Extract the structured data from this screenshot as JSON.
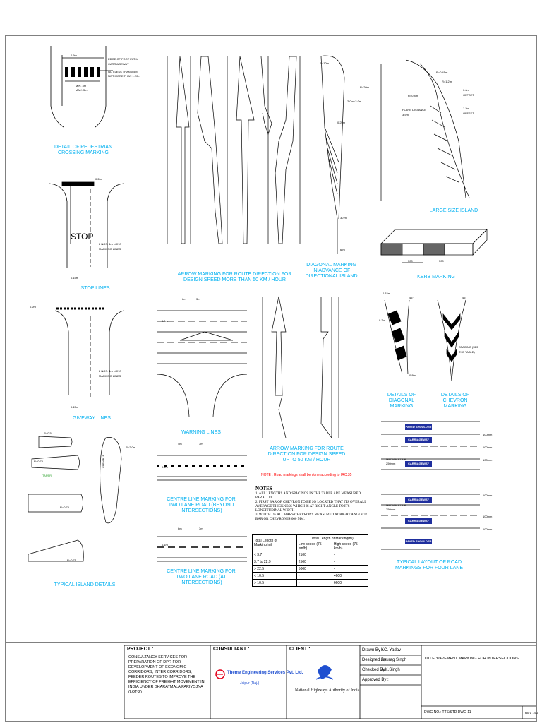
{
  "captions": {
    "ped": "DETAIL OF PEDESTRIAN CROSSING MARKING",
    "stop": "STOP LINES",
    "giveway": "GIVEWAY LINES",
    "arrow_slow": "ARROW MARKING FOR ROUTE DIRECTION FOR DESIGN SPEED MORE THAN 50 KM / HOUR",
    "diagonal_adv": "DIAGONAL MARKING IN ADVANCE OF DIRECTIONAL ISLAND",
    "large_island": "LARGE SIZE ISLAND",
    "kerb": "KERB MARKING",
    "warning": "WARNING LINES",
    "arrow_fast": "ARROW MARKING FOR ROUTE DIRECTION FOR DESIGN SPEED UPTO 50 KM / HOUR",
    "diag_detail": "DETAILS OF DIAGONAL MARKING",
    "chevron_detail": "DETAILS OF CHEVRON MARKING",
    "centre_beyond": "CENTRE LINE MARKING FOR TWO LANE ROAD (BEYOND INTERSECTIONS)",
    "centre_at": "CENTRE LINE MARKING FOR TWO LANE ROAD (AT INTERSECTIONS)",
    "island_details": "TYPICAL ISLAND DETAILS",
    "four_lane": "TYPICAL LAYOUT OF ROAD MARKINGS FOR FOUR LANE"
  },
  "labels": {
    "stop_word": "STOP",
    "ped_edge": "EDGE OF FOOT PATH/ CARRIAGEWAY",
    "ped_notless": "NOT LESS THAN 0.5M",
    "ped_notmore": "NOT MORE THAN 1.20m",
    "ped_min": "MIN. 3m",
    "ped_max": "MAX. 3m",
    "ped_05": "0.5m",
    "stop_02": "0.2m",
    "stop_015": "0.15m",
    "lane_marking": "2 NOS. 4m LONG MARKING LINES",
    "variable": "VARIABLE",
    "r10": "R=10m",
    "r20": "R=20m",
    "w2030": "2.0m~3.0m",
    "w025": "0.25m",
    "d30": "30 m",
    "d6": "6 m",
    "offset": "0.6m OFFSET",
    "offset2": "1.2m OFFSET",
    "flare": "FLARE DISTANCE 3.5m",
    "r045": "R=0.45m",
    "r12": "R=1.2m",
    "r08": "R=0.8m",
    "d500": "500",
    "deg45": "45°",
    "spacing": "SPACING (SEE THE TABLE)",
    "d015": "0.15m",
    "d03": "0.3m",
    "d08": "0.8m",
    "d01": "0.1m",
    "d3m": "3m",
    "d6m": "6m",
    "d4m": "4m",
    "d02": "0.2m",
    "d04": "0.4m",
    "d03m": "0.3 m",
    "d05m": "0.5 m",
    "r05": "R=0.5",
    "r075": "R=0.75",
    "r15": "R=1.5",
    "taper": "TAPER",
    "r20i": "R=2.0m",
    "paved_shoulder": "PAVED SHOULDER",
    "carriageway": "CARRIAGEWAY",
    "median_strip": "MEDIAN STRIP",
    "d250": "250mm",
    "d100": "100mm"
  },
  "note": "NOTE : Road markings shall be done according to IRC:35",
  "notes": {
    "title": "NOTES",
    "items": [
      "1. ALL LENGTHS AND SPACINGS IN THE TABLE ARE MEASURED PARALLEL",
      "2. FIRST BAR OF CHEVRON TO BE SO LOCATED THAT ITS OVERALL AVERAGE THICKNESS WHICH IS AT RIGHT ANGLE TO ITS LONGITUDINAL WIDTH",
      "3. WIDTH OF ALL BARS CHEVRONS MEASURED AT RIGHT ANGLE TO BAR OR CHEVRON IS 600 MM."
    ]
  },
  "table": {
    "h1": "Total Length of Marking(m)",
    "h2": "Total Length of Marking(m)",
    "h3": "Low speed (75 km/h)",
    "h4": "High speed (75 km/h)",
    "rows": [
      [
        "< 3.7",
        "2100",
        "-"
      ],
      [
        "3.7 to 22.9",
        "2500",
        "-"
      ],
      [
        "> 22.5",
        "5000",
        "-"
      ],
      [
        "< 10.5",
        "-",
        "4600"
      ],
      [
        "> 10.5",
        "-",
        "6600"
      ]
    ]
  },
  "titleblock": {
    "project_label": "PROJECT :",
    "project_text": "CONSULTANCY SERVICES FOR PREPARATION OF DPR FOR DEVELOPMENT OF ECONOMIC CORRIDORS, INTER CORRIDORS, FEEDER ROUTES TO IMPROVE THE EFFICIENCY OF FREIGHT MOVEMENT IN INDIA UNDER BHARATMALA PARIYOJNA (LOT-2)",
    "consultant_label": "CONSULTANT :",
    "consultant_name": "Theme Engineering Services Pvt. Ltd.",
    "consultant_city": "Jaipur (Raj.)",
    "client_label": "CLIENT :",
    "client_name": "National Highways Authority of India",
    "drawn_label": "Drawn By :",
    "drawn_value": "KC. Yadav",
    "designed_label": "Designed By:",
    "designed_value": "Anurag Singh",
    "checked_label": "Checked By :",
    "checked_value": "A.K.Singh",
    "approved_label": "Approved By :",
    "approved_value": "",
    "title_text": "TITLE :PAVEMENT MARKING FOR INTERSECTIONS",
    "dwg_no": "DWG NO.:-TTS/STD DWG 11",
    "rev": "REV :-50"
  },
  "colors": {
    "caption": "#00b0f0",
    "note_red": "#ff0000",
    "lane_box": "#1f2f9e",
    "logo_blue": "#1f4fd0"
  }
}
